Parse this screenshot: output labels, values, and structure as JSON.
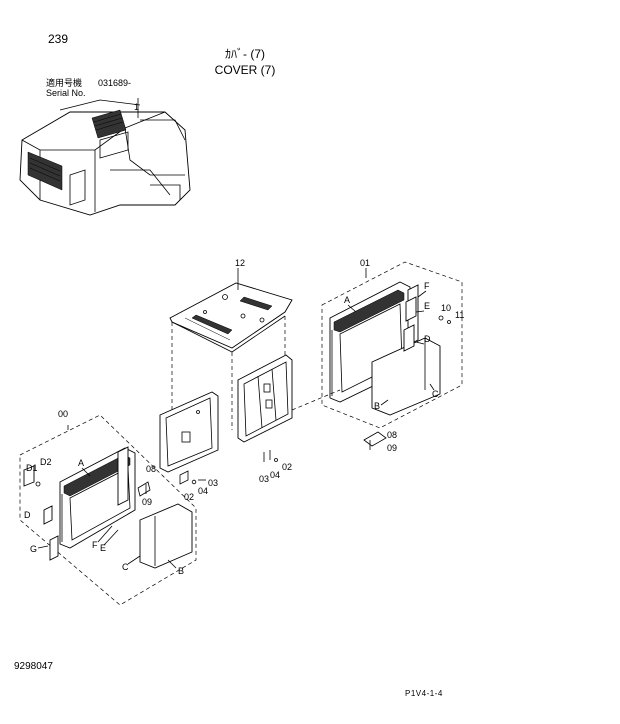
{
  "header": {
    "page_number": "239",
    "title_jp": "ｶﾊﾞ- (7)",
    "title_en": "COVER (7)",
    "serial_label_jp": "適用号機",
    "serial_label_en": "Serial No.",
    "serial_value": "031689-"
  },
  "footer": {
    "document_number": "9298047",
    "figure_code": "P1V4-1-4"
  },
  "callouts": {
    "p00": "00",
    "p01": "01",
    "p02a": "02",
    "p02b": "02",
    "p03a": "03",
    "p03b": "03",
    "p04a": "04",
    "p04b": "04",
    "p08a": "08",
    "p08b": "08",
    "p09a": "09",
    "p09b": "09",
    "p10": "10",
    "p11": "11",
    "p12": "12",
    "A1": "A",
    "A2": "A",
    "B1": "B",
    "B2": "B",
    "C1": "C",
    "C2": "C",
    "D1": "D",
    "D2": "D",
    "D1L": "D1",
    "D2L": "D2",
    "E1": "E",
    "E2": "E",
    "F1": "F",
    "F2": "F",
    "G1": "G"
  }
}
